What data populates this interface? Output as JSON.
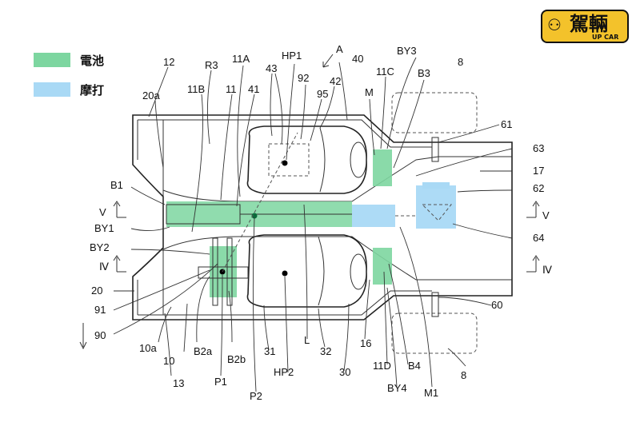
{
  "logo": {
    "text": "駕輛",
    "subtext": "UP CAR"
  },
  "legend": [
    {
      "label": "電池",
      "color": "#7dd6a0"
    },
    {
      "label": "摩打",
      "color": "#a9d9f5"
    }
  ],
  "labels": {
    "A": "A",
    "n12": "12",
    "R3": "R3",
    "n11A": "11A",
    "HP1": "HP1",
    "n40": "40",
    "BY3": "BY3",
    "n8_top": "8",
    "n20a": "20a",
    "n11B": "11B",
    "n11": "11",
    "n41": "41",
    "n43": "43",
    "n92": "92",
    "n42": "42",
    "n95": "95",
    "n11C": "11C",
    "M": "M",
    "B3": "B3",
    "n61": "61",
    "n63": "63",
    "n17": "17",
    "n62": "62",
    "B1": "B1",
    "V_left": "V",
    "V_right": "V",
    "BY1": "BY1",
    "BY2": "BY2",
    "IV_left": "Ⅳ",
    "IV_right": "Ⅳ",
    "n64": "64",
    "n20": "20",
    "n91": "91",
    "n90": "90",
    "n60": "60",
    "n10a": "10a",
    "n10": "10",
    "B2a": "B2a",
    "B2b": "B2b",
    "n31": "31",
    "L": "L",
    "n32": "32",
    "n16": "16",
    "n11D": "11D",
    "B4": "B4",
    "n8_bottom": "8",
    "n13": "13",
    "P1": "P1",
    "HP2": "HP2",
    "n30": "30",
    "BY4": "BY4",
    "P2": "P2",
    "M1": "M1"
  }
}
